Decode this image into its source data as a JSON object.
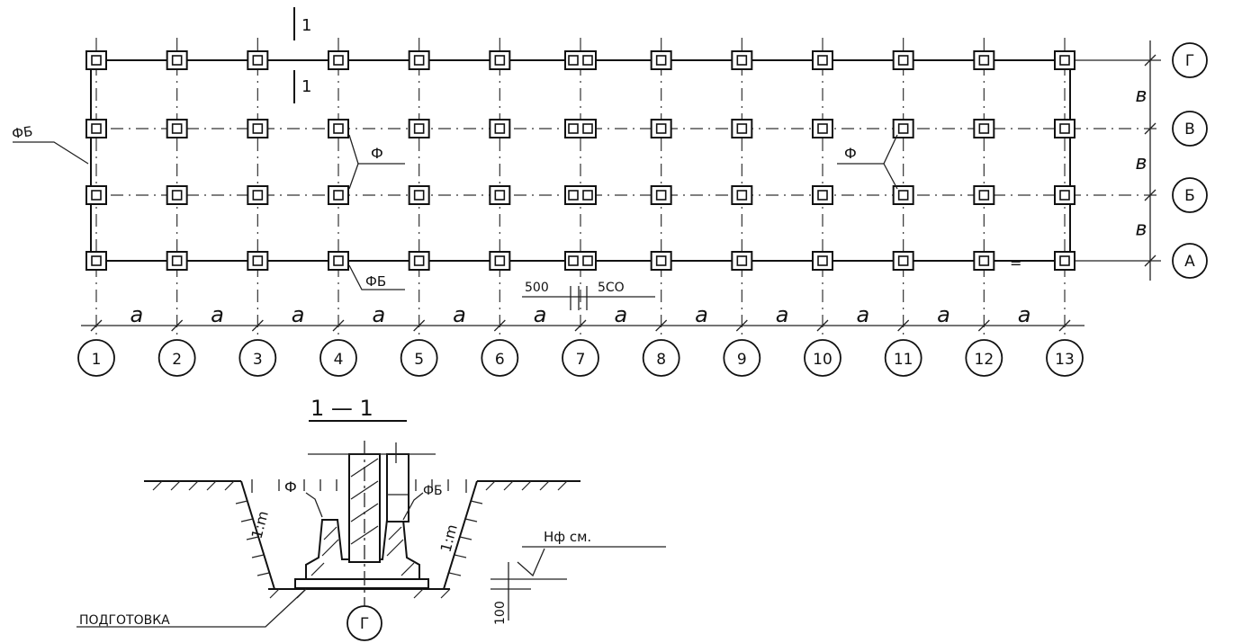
{
  "plan": {
    "column_axes": [
      "1",
      "2",
      "3",
      "4",
      "5",
      "6",
      "7",
      "8",
      "9",
      "10",
      "11",
      "12",
      "13"
    ],
    "row_axes": [
      "Г",
      "В",
      "Б",
      "А"
    ],
    "span_label": "a",
    "bay_label": "в",
    "dim_left": "500",
    "dim_right": "5CO",
    "section_cut_top": "1",
    "section_cut_bottom": "1",
    "label_fb_left": "ФБ",
    "label_fb_bottom": "ФБ",
    "label_f_left": "Ф",
    "label_f_right": "Ф",
    "mark_eq": "="
  },
  "section": {
    "title": "1 — 1",
    "label_f": "Ф",
    "label_fb": "ФБ",
    "slope_left": "1:m",
    "slope_right": "1:m",
    "depth_label": "Нф см.",
    "prep_thickness": "100",
    "prep_label": "ПОДГОТОВКА",
    "axis_label": "Г"
  }
}
